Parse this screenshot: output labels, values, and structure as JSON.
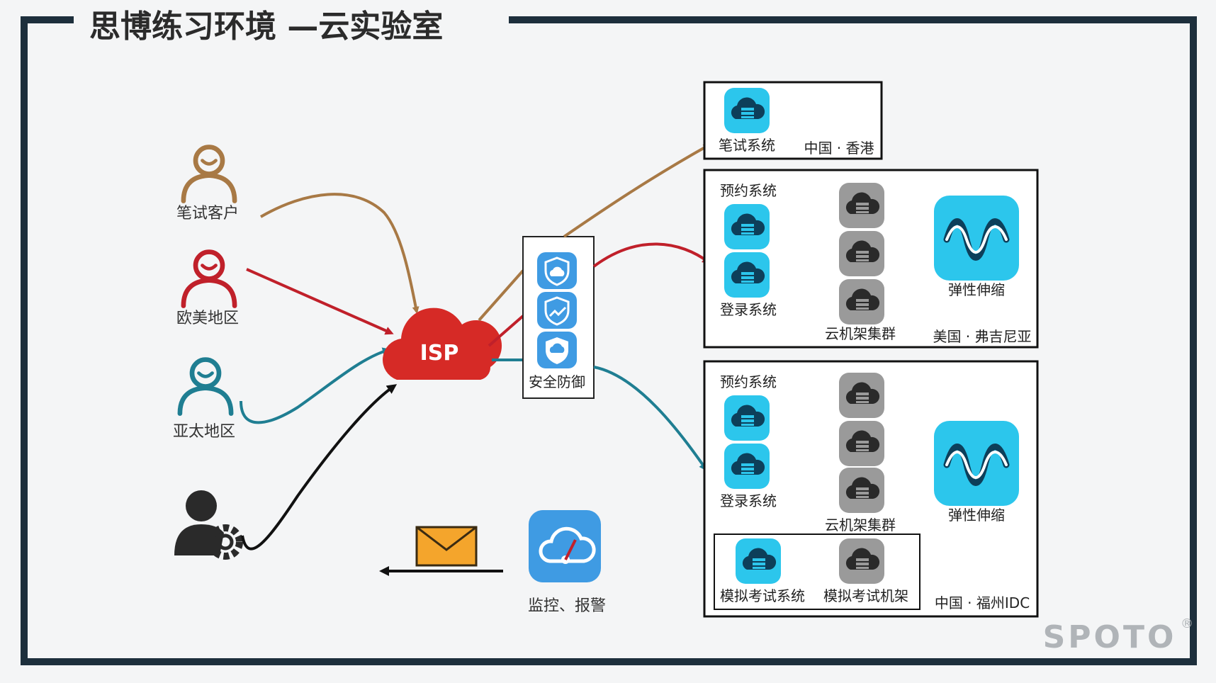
{
  "title": "思博练习环境 —云实验室",
  "users": {
    "written_test": "笔试客户",
    "europe_america": "欧美地区",
    "asia_pacific": "亚太地区"
  },
  "isp_label": "ISP",
  "security_label": "安全防御",
  "monitor_label": "监控、报警",
  "hk_box": {
    "system": "笔试系统",
    "location": "中国 · 香港"
  },
  "us_box": {
    "booking": "预约系统",
    "login": "登录系统",
    "cluster": "云机架集群",
    "autoscale": "弹性伸缩",
    "location": "美国 · 弗吉尼亚"
  },
  "fz_box": {
    "booking": "预约系统",
    "login": "登录系统",
    "cluster": "云机架集群",
    "autoscale": "弹性伸缩",
    "mock_system": "模拟考试系统",
    "mock_rack": "模拟考试机架",
    "location": "中国 · 福州IDC"
  },
  "brand": "SPOTO",
  "brand_mark": "®",
  "colors": {
    "frame": "#1d2f3c",
    "brown": "#a87945",
    "red": "#c0202a",
    "teal": "#1f7e92",
    "black": "#111111",
    "cyan_tile": "#2cc6ec",
    "gray_tile": "#9a9a9a",
    "isp_cloud": "#d62a26",
    "shield": "#3f9be3",
    "envelope": "#f4a52c"
  }
}
